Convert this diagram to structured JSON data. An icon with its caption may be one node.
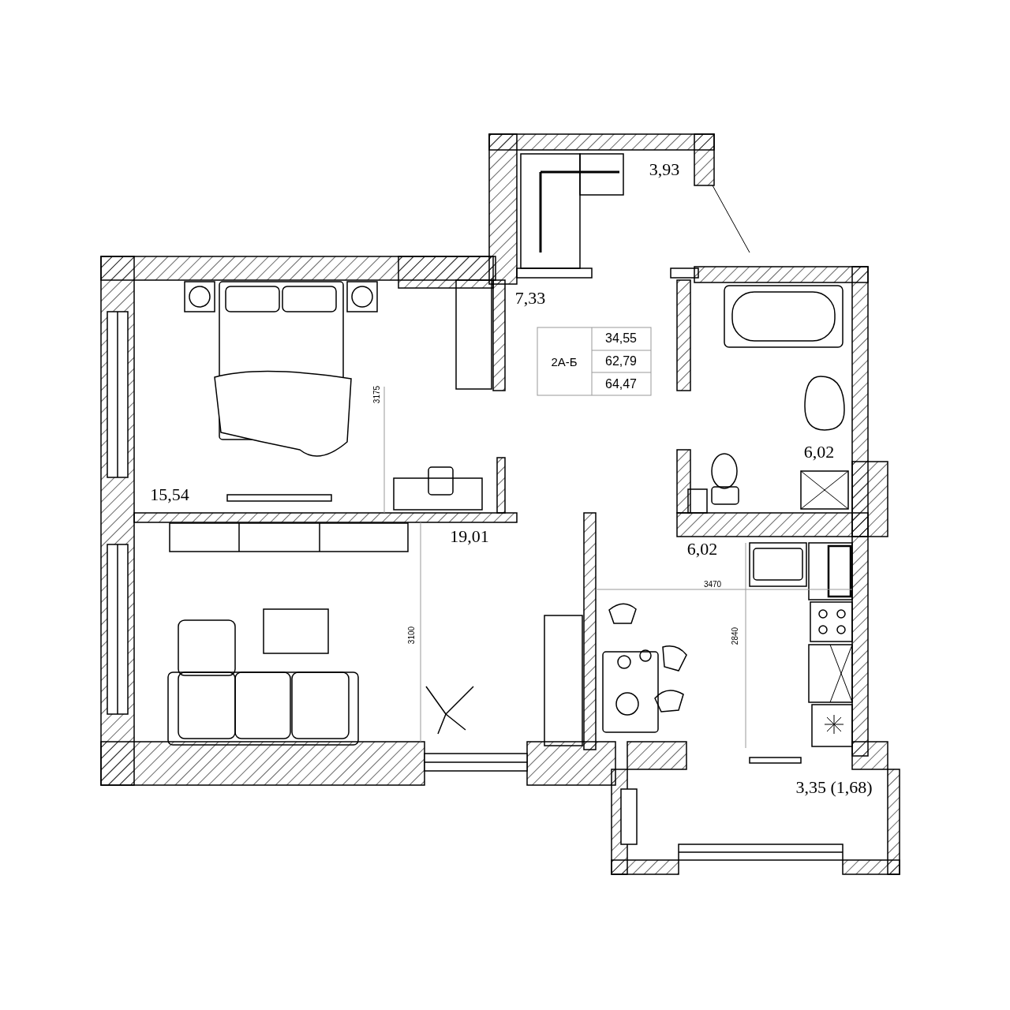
{
  "diagram": {
    "labels": [
      "3,93",
      "7,33",
      "2А-Б",
      "34,55",
      "62,79",
      "64,47",
      "3175",
      "15,54",
      "19,01",
      "6,02",
      "6,02",
      "3470",
      "3100",
      "2840",
      "3,35 (1,68)"
    ]
  }
}
